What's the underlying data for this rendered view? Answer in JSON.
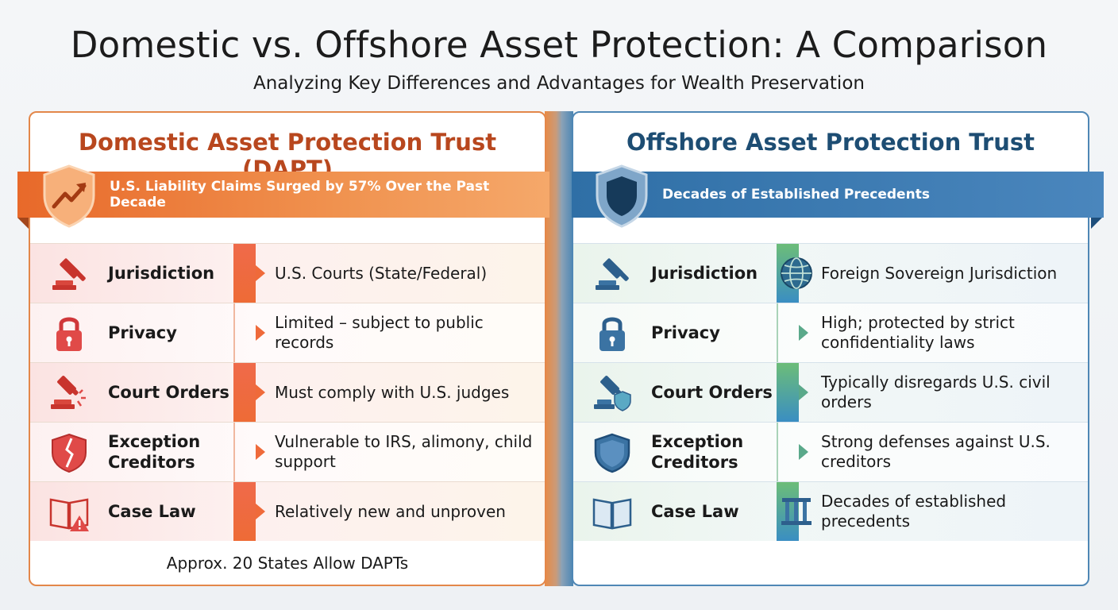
{
  "header": {
    "title": "Domestic vs. Offshore Asset Protection: A Comparison",
    "subtitle": "Analyzing Key Differences and Advantages for Wealth Preservation"
  },
  "left": {
    "title": "Domestic Asset Protection Trust (DAPT)",
    "banner": "U.S. Liability Claims Surged by 57% Over the Past Decade",
    "rows": [
      {
        "label": "Jurisdiction",
        "value": "U.S. Courts (State/Federal)"
      },
      {
        "label": "Privacy",
        "value": "Limited – subject to public records"
      },
      {
        "label": "Court Orders",
        "value": "Must comply with U.S. judges"
      },
      {
        "label": "Exception Creditors",
        "value": "Vulnerable to IRS, alimony, child support"
      },
      {
        "label": "Case Law",
        "value": "Relatively new and unproven"
      }
    ],
    "footer": "Approx. 20 States Allow DAPTs"
  },
  "right": {
    "title": "Offshore Asset Protection Trust",
    "banner": "Decades of Established Precedents",
    "rows": [
      {
        "label": "Jurisdiction",
        "value": "Foreign Sovereign Jurisdiction"
      },
      {
        "label": "Privacy",
        "value": "High; protected by strict confidentiality laws"
      },
      {
        "label": "Court Orders",
        "value": "Typically disregards U.S. civil orders"
      },
      {
        "label": "Exception Creditors",
        "value": "Strong defenses against U.S. creditors"
      },
      {
        "label": "Case Law",
        "value": "Decades of established precedents"
      }
    ]
  },
  "colors": {
    "domestic_accent": "#e8692a",
    "domestic_title": "#b8471e",
    "offshore_accent": "#2f6fa6",
    "offshore_title": "#1d4d73"
  },
  "icons": {
    "left_banner": "shield-trend-up-icon",
    "right_banner": "shield-icon",
    "jurisdiction": "gavel-icon",
    "privacy": "padlock-icon",
    "court_orders": "broken-gavel-icon",
    "exception_creditors": "broken-shield-icon",
    "case_law": "law-book-icon",
    "foreign": "globe-icon",
    "precedent": "column-icon"
  }
}
